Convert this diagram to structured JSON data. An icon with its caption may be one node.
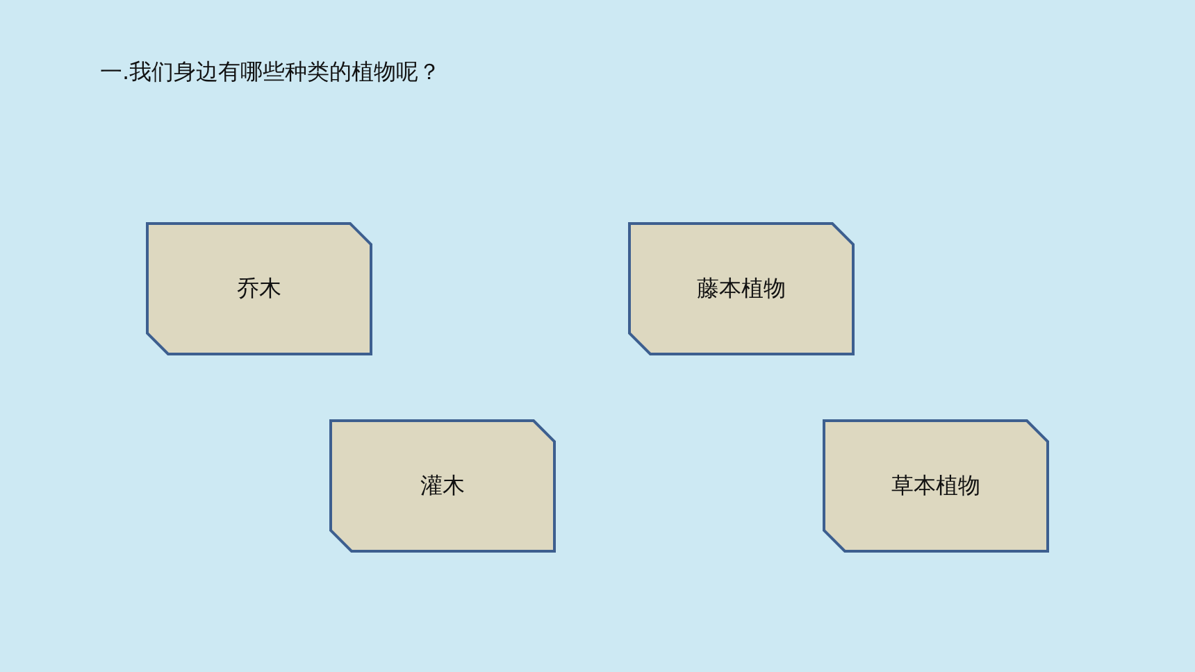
{
  "diagram": {
    "title": "一.我们身边有哪些种类的植物呢？",
    "nodes": [
      {
        "text": [
          "乔木"
        ]
      },
      {
        "text": [
          "藤本植物"
        ]
      },
      {
        "text": [
          "灌木"
        ]
      },
      {
        "text": [
          "草本植物"
        ]
      }
    ]
  }
}
